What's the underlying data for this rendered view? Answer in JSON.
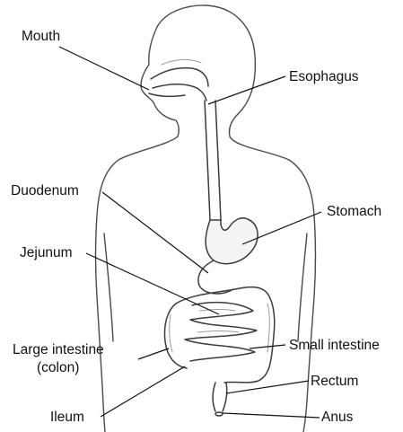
{
  "labels": {
    "mouth": "Mouth",
    "esophagus": "Esophagus",
    "duodenum": "Duodenum",
    "stomach": "Stomach",
    "jejunum": "Jejunum",
    "large_intestine_line1": "Large intestine",
    "large_intestine_line2": "(colon)",
    "small_intestine": "Small intestine",
    "rectum": "Rectum",
    "ileum": "Ileum",
    "anus": "Anus"
  }
}
